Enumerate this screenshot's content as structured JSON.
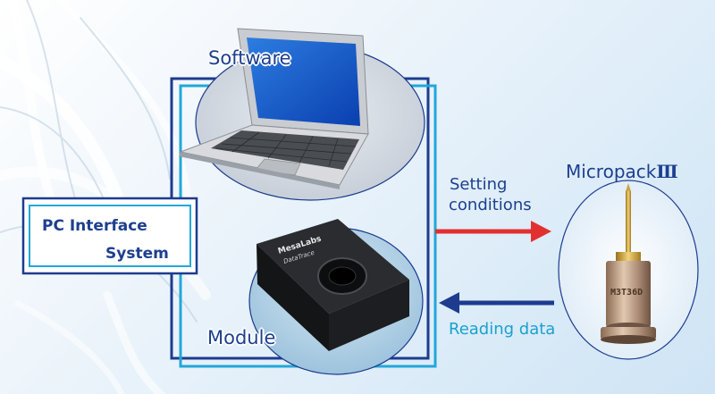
{
  "labels": {
    "software": "Software",
    "module": "Module",
    "micropack_name": "Micropack",
    "micropack_numeral": "Ⅲ",
    "pc_interface_line1": "PC Interface",
    "pc_interface_line2": "System",
    "setting_line1": "Setting",
    "setting_line2": "conditions",
    "reading": "Reading data",
    "module_brand": "MesaLabs",
    "module_model": "DataTrace",
    "logger_code": "M3T36D"
  },
  "colors": {
    "frame_dark": "#1d3b8f",
    "frame_light": "#22a7d9",
    "setting_arrow": "#e23030",
    "reading_arrow": "#1d3b8f",
    "label_dark": "#1d3f8f",
    "label_cyan": "#1aa0d0"
  },
  "icons": {
    "laptop": "laptop-icon",
    "module": "interface-module-icon",
    "logger": "micropack-logger-icon"
  }
}
